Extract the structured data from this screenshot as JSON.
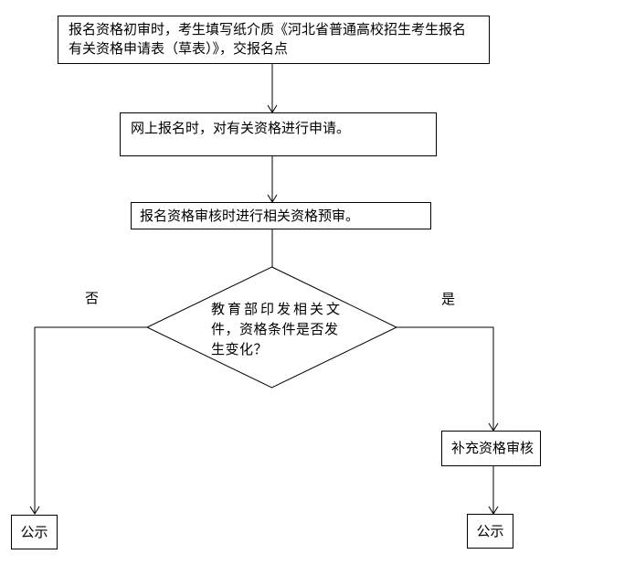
{
  "flowchart": {
    "nodes": {
      "step1": {
        "text": "报名资格初审时，考生填写纸介质《河北省普通高校招生考生报名有关资格申请表（草表）》，交报名点"
      },
      "step2": {
        "text": "网上报名时，对有关资格进行申请。"
      },
      "step3": {
        "text": "报名资格审核时进行相关资格预审。"
      },
      "decision": {
        "text": "教育部印发相关文件，资格条件是否发生变化？",
        "lines": [
          "教育部印发相关文",
          "件，资格条件是否发",
          "生变化？"
        ]
      },
      "supplement": {
        "text": "补充资格审核"
      },
      "publicity_left": {
        "text": "公示"
      },
      "publicity_right": {
        "text": "公示"
      }
    },
    "labels": {
      "no": "否",
      "yes": "是"
    },
    "colors": {
      "line": "#000000",
      "background": "#ffffff",
      "box_fill": "#ffffff"
    }
  }
}
